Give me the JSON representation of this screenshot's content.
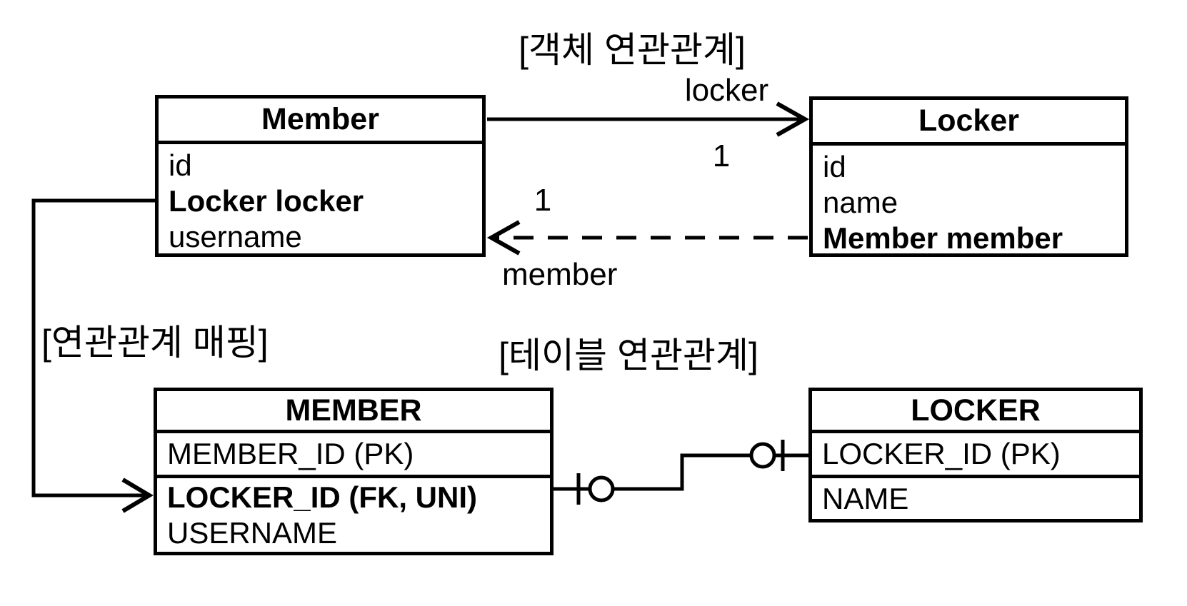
{
  "colors": {
    "ink": "#000000",
    "background": "#ffffff"
  },
  "titles": {
    "object_association": "[객체 연관관계]",
    "mapping": "[연관관계 매핑]",
    "table_association": "[테이블 연관관계]"
  },
  "object_diagram": {
    "member_class": {
      "title": "Member",
      "fields": [
        {
          "text": "id"
        },
        {
          "text": "Locker locker"
        },
        {
          "text": "username"
        }
      ]
    },
    "locker_class": {
      "title": "Locker",
      "fields": [
        {
          "text": "id"
        },
        {
          "text": "name"
        },
        {
          "text": "Member member"
        }
      ]
    },
    "locker_arrow_label": "locker",
    "locker_multiplicity": "1",
    "member_arrow_label": "member",
    "member_multiplicity": "1"
  },
  "table_diagram": {
    "member_table": {
      "title": "MEMBER",
      "primary_key_row": "MEMBER_ID (PK)",
      "rows": [
        {
          "text": "LOCKER_ID (FK, UNI)"
        },
        {
          "text": "USERNAME"
        }
      ]
    },
    "locker_table": {
      "title": "LOCKER",
      "primary_key_row": "LOCKER_ID (PK)",
      "rows": [
        {
          "text": "NAME"
        }
      ]
    }
  }
}
